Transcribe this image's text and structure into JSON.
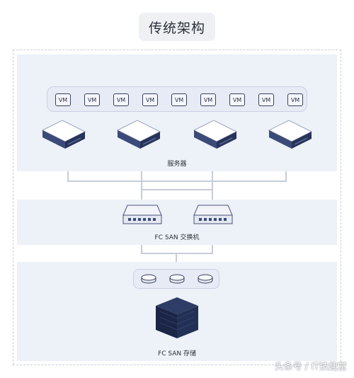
{
  "title": "传统架构",
  "vm_label": "VM",
  "vm_count": 9,
  "server_count": 4,
  "switch_count": 2,
  "disk_count": 3,
  "labels": {
    "servers": "服务器",
    "switch": "FC SAN 交换机",
    "storage": "FC SAN 存储"
  },
  "watermark": "头条号 / IT技趣堂",
  "colors": {
    "band": "#edf1f8",
    "device_top": "#ffffff",
    "device_side": "#2e3a63",
    "storage_cube": "#1e2a4a",
    "connector": "#c5ccd9"
  }
}
